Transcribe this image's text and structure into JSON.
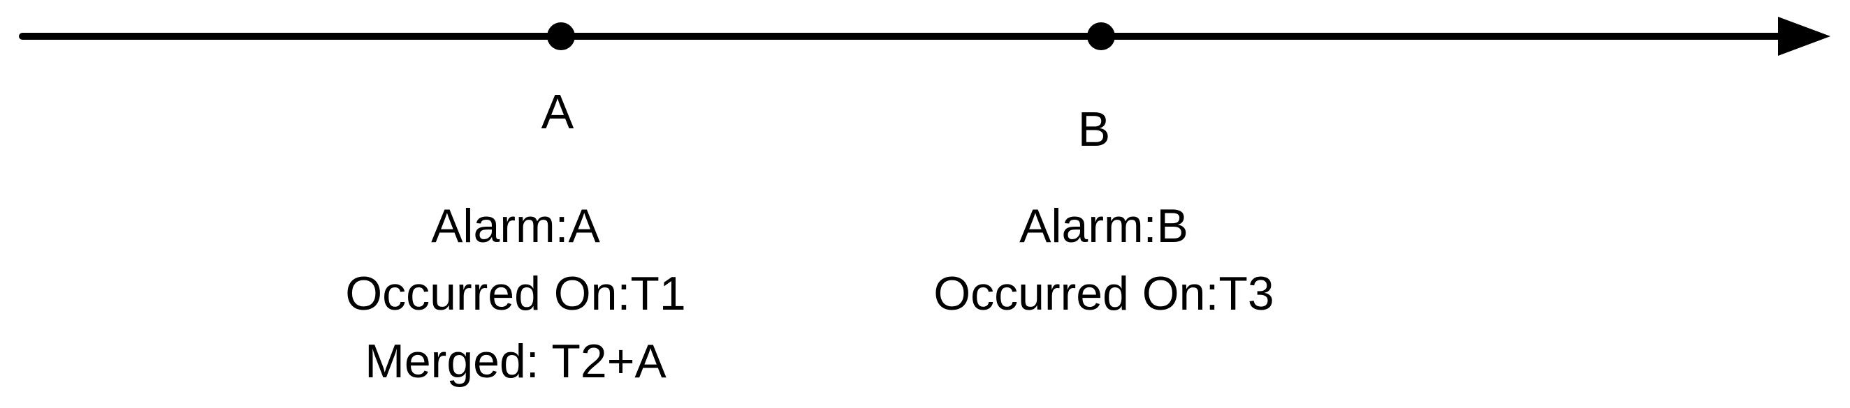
{
  "timeline": {
    "colors": {
      "line": "#000000",
      "text": "#000000",
      "background": "#ffffff"
    },
    "events": [
      {
        "id": "A",
        "label": "A",
        "details": [
          "Alarm:A",
          "Occurred On:T1",
          "Merged: T2+A"
        ]
      },
      {
        "id": "B",
        "label": "B",
        "details": [
          "Alarm:B",
          "Occurred On:T3"
        ]
      }
    ]
  }
}
